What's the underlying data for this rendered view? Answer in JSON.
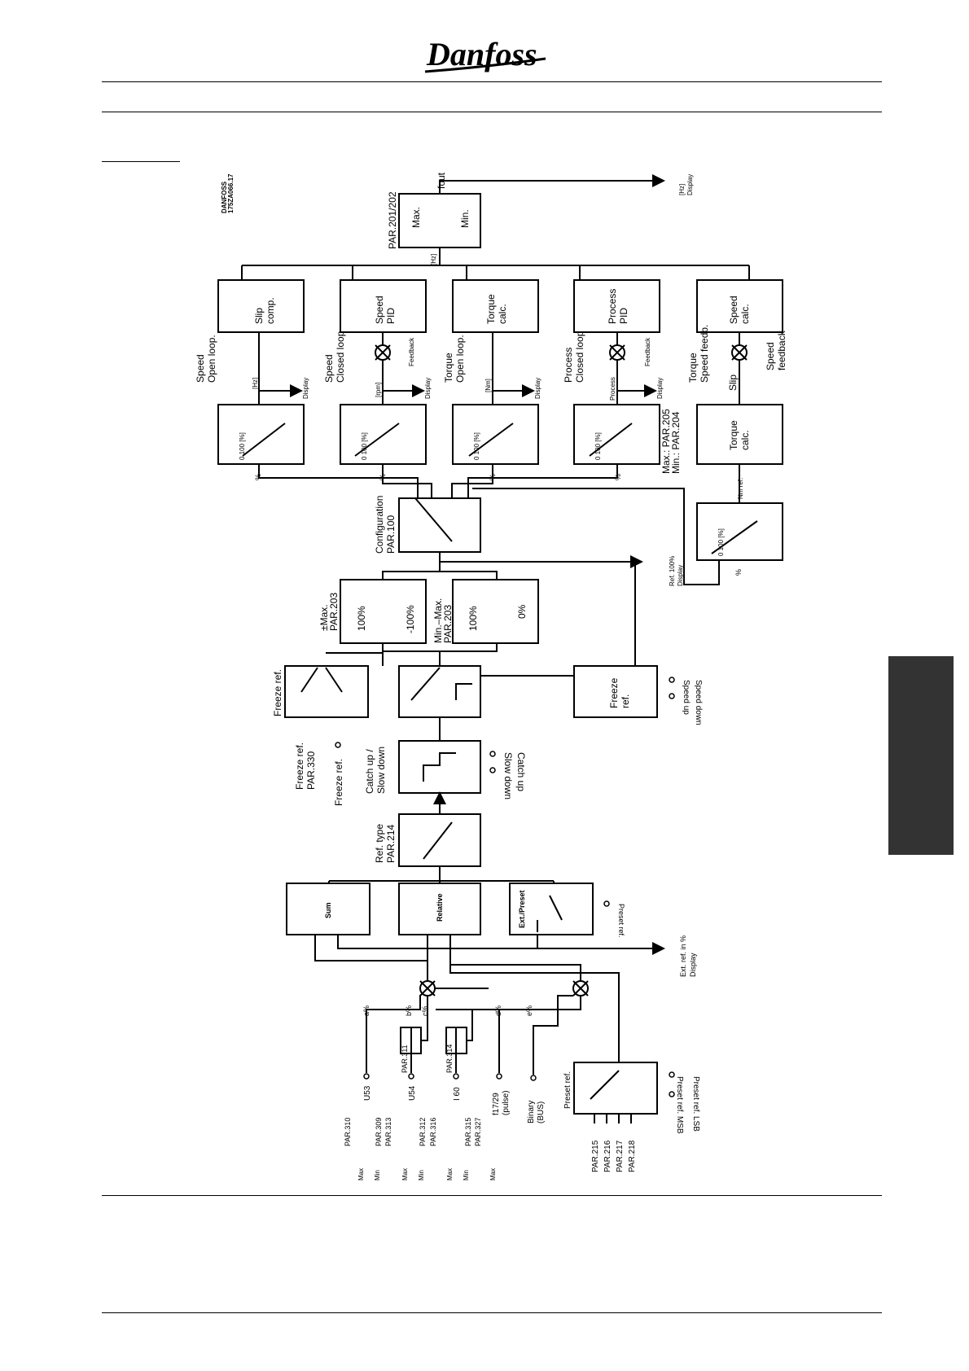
{
  "header": {
    "brand": "Danfoss"
  },
  "diagram": {
    "code": [
      "DANFOSS",
      "175ZA066.17"
    ],
    "labels": {
      "fout": "fout",
      "hz_display": [
        "[Hz]",
        "Display"
      ],
      "par_201_202": "PAR.201/202",
      "max": "Max.",
      "min": "Min.",
      "hz": "[Hz]",
      "slip_comp": [
        "Slip",
        "comp."
      ],
      "speed_pid": [
        "Speed",
        "PID"
      ],
      "torque_calc": [
        "Torque",
        "calc."
      ],
      "process_pid": [
        "Process",
        "PID"
      ],
      "speed_calc": [
        "Speed",
        "calc."
      ],
      "speed_open_loop": [
        "Speed",
        "Open loop."
      ],
      "speed_closed_loop": [
        "Speed",
        "Closed loop"
      ],
      "torque_open_loop": [
        "Torque",
        "Open loop."
      ],
      "process_closed_loop": [
        "Process",
        "Closed loop"
      ],
      "torque_speed_feedb": [
        "Torque",
        "Speed feedb."
      ],
      "feedback": "Feedback",
      "speed_feedback": [
        "Speed",
        "feedback"
      ],
      "slip": "Slip",
      "display": "Display",
      "rpm": "[rpm]",
      "nm": "[Nm]",
      "process": "Process",
      "maxmin_205_204": [
        "Max.: PAR.205",
        "Min.: PAR.204"
      ],
      "ref": "Ref.",
      "scale": "0 100 [%]",
      "torque_calc2": [
        "Torque",
        "calc."
      ],
      "nm_ref": "Nm ref.",
      "configuration": [
        "Configuration",
        "PAR.100"
      ],
      "ref_100_display": [
        "Ref. 100%",
        "Display"
      ],
      "pm_max": [
        "±Max.",
        "PAR.203"
      ],
      "min_max": [
        "Min.–Max.",
        "PAR.203"
      ],
      "p100": "100%",
      "m100": "-100%",
      "p0": "0%",
      "freeze_ref": "Freeze ref.",
      "freeze_ref_block": [
        "Freeze",
        "ref."
      ],
      "speed_up": "Speed up",
      "speed_down": "Speed down",
      "freeze_ref_par": [
        "Freeze ref.",
        "PAR.330"
      ],
      "freeze_ref_in": "Freeze ref.",
      "catch_up": [
        "Catch up /",
        "Slow down"
      ],
      "catch_up_in": "Catch up",
      "slow_down_in": "Slow down",
      "ref_type": [
        "Ref. type",
        "PAR.214"
      ],
      "sum": "Sum",
      "relative": "Relative",
      "ext_preset": "Ext./Preset",
      "preset_ref_in": "Preset ref.",
      "ext_ref_display": [
        "Ext. ref. in %",
        "Display"
      ],
      "a": "a%",
      "b": "b%",
      "c": "c%",
      "d": "d%",
      "e": "e%",
      "par311": "PAR.311",
      "par314": "PAR.314",
      "u53": "U53",
      "u54": "U54",
      "i60": "I 60",
      "f17": [
        "f17/29",
        "(pulse)"
      ],
      "binary": [
        "Binary",
        "(BUS)"
      ],
      "par_310_309": [
        "PAR.310",
        "PAR.309"
      ],
      "par_313_312": [
        "PAR.313",
        "PAR.312"
      ],
      "par_316_315": [
        "PAR.316",
        "PAR.315"
      ],
      "par_327": "PAR.327",
      "max_s": "Max",
      "min_s": "Min",
      "preset_ref_block": "Preset ref.",
      "par_215": "PAR.215",
      "par_216": "PAR.216",
      "par_217": "PAR.217",
      "par_218": "PAR.218",
      "preset_lsb": "Preset ref. LSB",
      "preset_msb": "Preset ref. MSB",
      "percent": "%"
    }
  }
}
